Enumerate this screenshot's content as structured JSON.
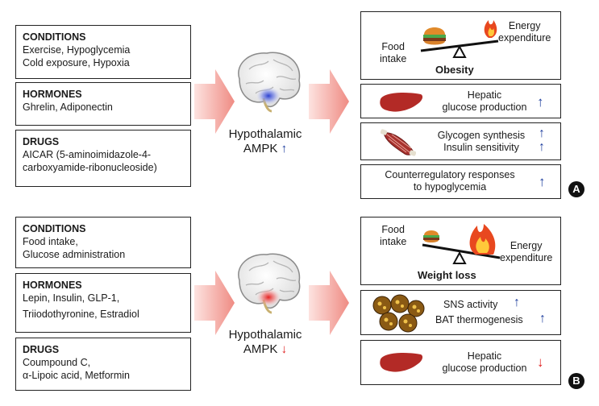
{
  "panel_a": {
    "left_boxes": [
      {
        "heading": "CONDITIONS",
        "lines": [
          "Exercise, Hypoglycemia",
          "Cold exposure, Hypoxia"
        ]
      },
      {
        "heading": "HORMONES",
        "lines": [
          "Ghrelin, Adiponectin"
        ]
      },
      {
        "heading": "DRUGS",
        "lines": [
          "AICAR (5-aminoimidazole-4-",
          "carboxyamide-ribonucleoside)"
        ]
      }
    ],
    "center_label": [
      "Hypothalamic",
      "AMPK"
    ],
    "center_arrow": "↑",
    "right_boxes": {
      "balance": {
        "left_label": [
          "Food",
          "intake"
        ],
        "right_label": [
          "Energy",
          "expenditure"
        ],
        "title": "Obesity"
      },
      "liver": {
        "lines": [
          "Hepatic",
          "glucose production"
        ],
        "arrow": "↑"
      },
      "muscle": {
        "lines": [
          "Glycogen synthesis",
          "Insulin sensitivity"
        ],
        "arrows": [
          "↑",
          "↑"
        ]
      },
      "counter": {
        "lines": [
          "Counterregulatory responses",
          "to hypoglycemia"
        ],
        "arrow": "↑"
      }
    },
    "badge": "A"
  },
  "panel_b": {
    "left_boxes": [
      {
        "heading": "CONDITIONS",
        "lines": [
          "Food intake,",
          "Glucose administration"
        ]
      },
      {
        "heading": "HORMONES",
        "lines": [
          "Lepin, Insulin, GLP-1,",
          "Triiodothyronine, Estradiol"
        ]
      },
      {
        "heading": "DRUGS",
        "lines": [
          "Coumpound C,",
          "α-Lipoic acid, Metformin"
        ]
      }
    ],
    "center_label": [
      "Hypothalamic",
      "AMPK"
    ],
    "center_arrow": "↓",
    "right_boxes": {
      "balance": {
        "left_label": [
          "Food",
          "intake"
        ],
        "right_label": [
          "Energy",
          "expenditure"
        ],
        "title": "Weight loss"
      },
      "bat": {
        "lines": [
          "SNS activity",
          "BAT thermogenesis"
        ],
        "arrows": [
          "↑",
          "↑"
        ]
      },
      "liver": {
        "lines": [
          "Hepatic",
          "glucose production"
        ],
        "arrow": "↓"
      }
    },
    "badge": "B"
  },
  "colors": {
    "arrow_fill": "#f4a6a0",
    "up": "#1f3f9e",
    "down": "#e02020",
    "liver": "#b32a26"
  }
}
